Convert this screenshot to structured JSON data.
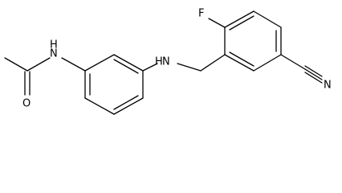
{
  "molecule": {
    "atoms": {
      "oxygen": "O",
      "amide_nitrogen": "N",
      "amide_hydrogen": "H",
      "amine_nitrogen": "N",
      "amine_hydrogen": "H",
      "fluorine": "F",
      "nitrile_nitrogen": "N"
    }
  },
  "colors": {
    "ink": "#000000",
    "background": "#ffffff"
  }
}
